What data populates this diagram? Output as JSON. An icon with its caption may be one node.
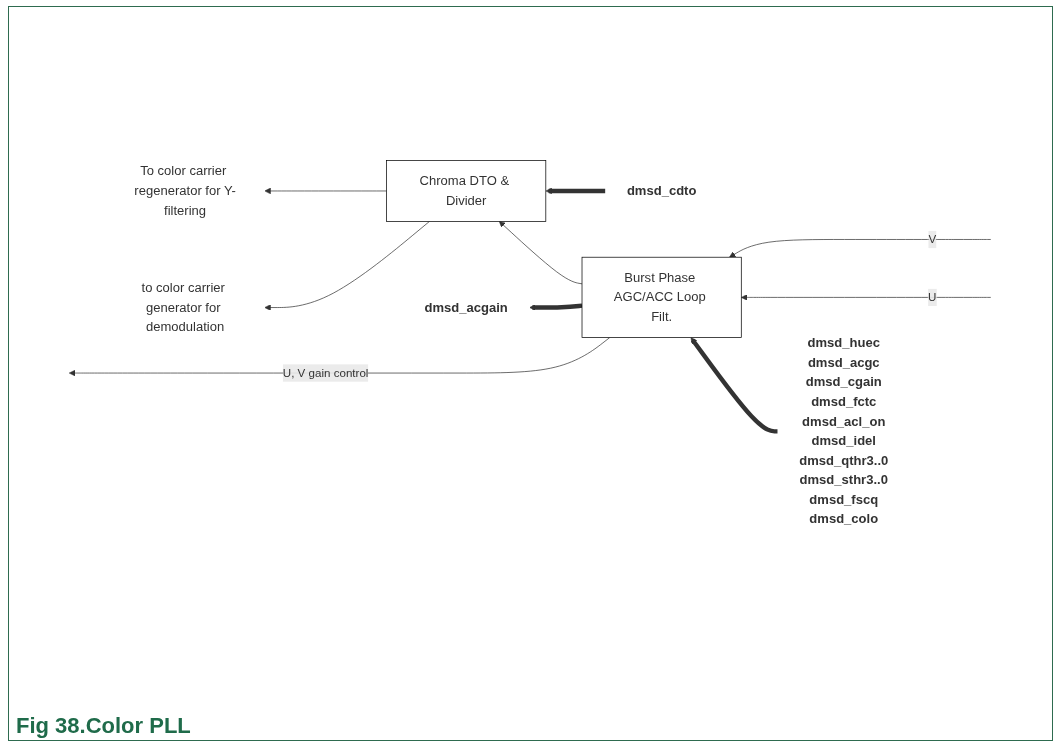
{
  "diagram": {
    "title": "Fig 38.Color PLL",
    "nodes": [
      {
        "text": [
          "To color carrier regenerator for Y-filtering"
        ]
      },
      {
        "text": [
          "to color carrier generator for demodulation"
        ]
      },
      {
        "text": [
          "Chroma DTO & Divider"
        ]
      },
      {
        "text": [
          "Burst Phase AGC/ACC Loop Filt."
        ]
      },
      {
        "text": [
          "dmsd_acgain"
        ]
      },
      {
        "text": [
          "dmsd_cdto"
        ]
      },
      {
        "text": [
          "dmsd_huec",
          "dmsd_acgc",
          "dmsd_cgain",
          "dmsd_fctc",
          "dmsd_acl_on",
          "dmsd_idel",
          "dmsd_qthr3..0",
          "dmsd_sthr3..0",
          "dmsd_fscq",
          "dmsd_colo"
        ]
      }
    ],
    "edges": [
      {
        "from": 3,
        "to": 2,
        "arrow": "to"
      },
      {
        "from": 2,
        "to": 0,
        "arrow": "to"
      },
      {
        "from": 2,
        "to": 1,
        "arrow": "to"
      },
      {
        "from": 3,
        "to": 4,
        "arrow": "to",
        "style": "thick"
      },
      {
        "from": 5,
        "to": 2,
        "arrow": "to",
        "style": "thick"
      },
      {
        "from": 6,
        "to": 3,
        "arrow": "to",
        "style": "thick"
      },
      {
        "from": 3,
        "to": null,
        "arrow": "to",
        "label": "U, V gain control"
      },
      {
        "from": null,
        "to": 3,
        "arrow": "to",
        "label": "U"
      },
      {
        "from": null,
        "to": 3,
        "arrow": "to",
        "label": "V"
      }
    ]
  }
}
